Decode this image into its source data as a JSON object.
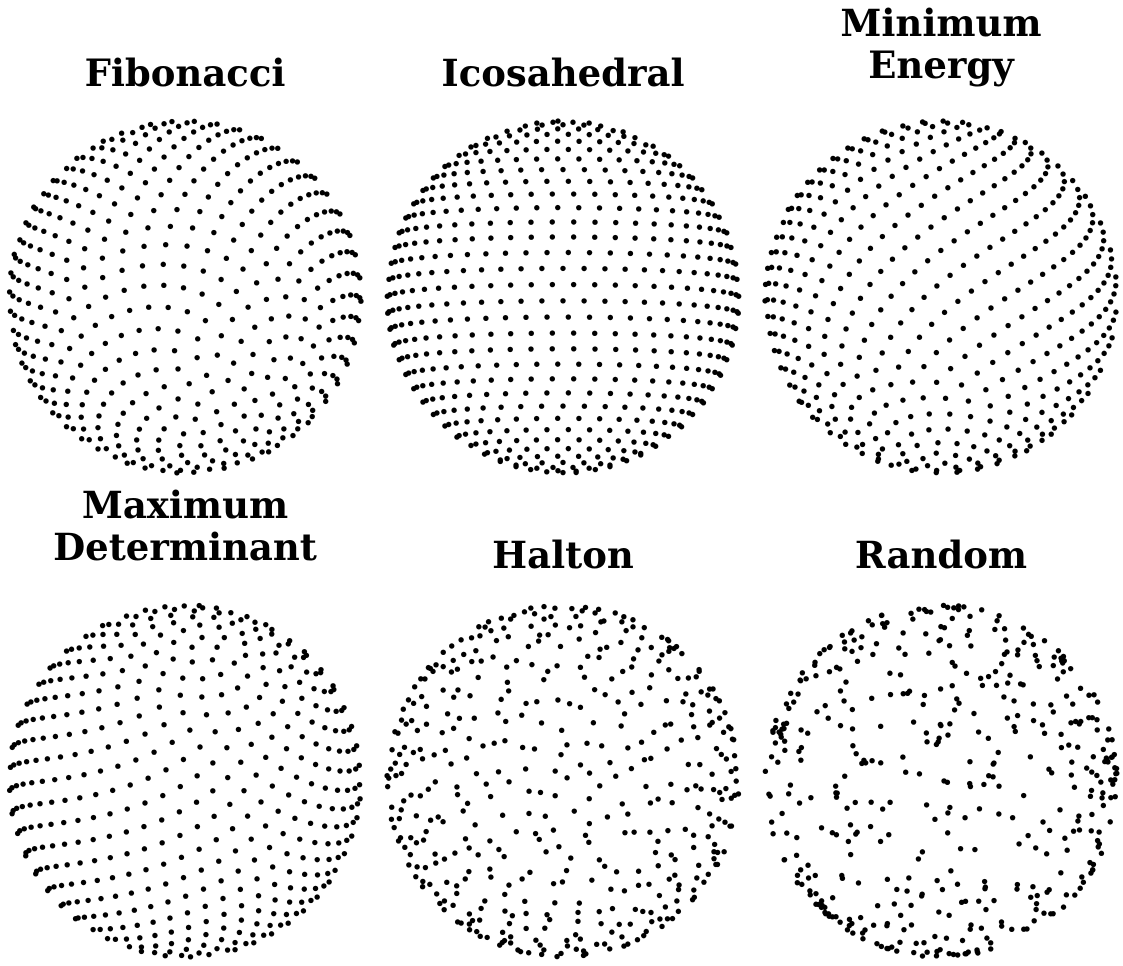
{
  "figure": {
    "panels": [
      {
        "title": "Fibonacci",
        "method": "fibonacci"
      },
      {
        "title": "Icosahedral",
        "method": "icosahedral"
      },
      {
        "title": "Minimum\nEnergy",
        "method": "minimum-energy"
      },
      {
        "title": "Maximum\nDeterminant",
        "method": "maximum-determinant"
      },
      {
        "title": "Halton",
        "method": "halton"
      },
      {
        "title": "Random",
        "method": "random"
      }
    ],
    "point_color": "#000000"
  }
}
